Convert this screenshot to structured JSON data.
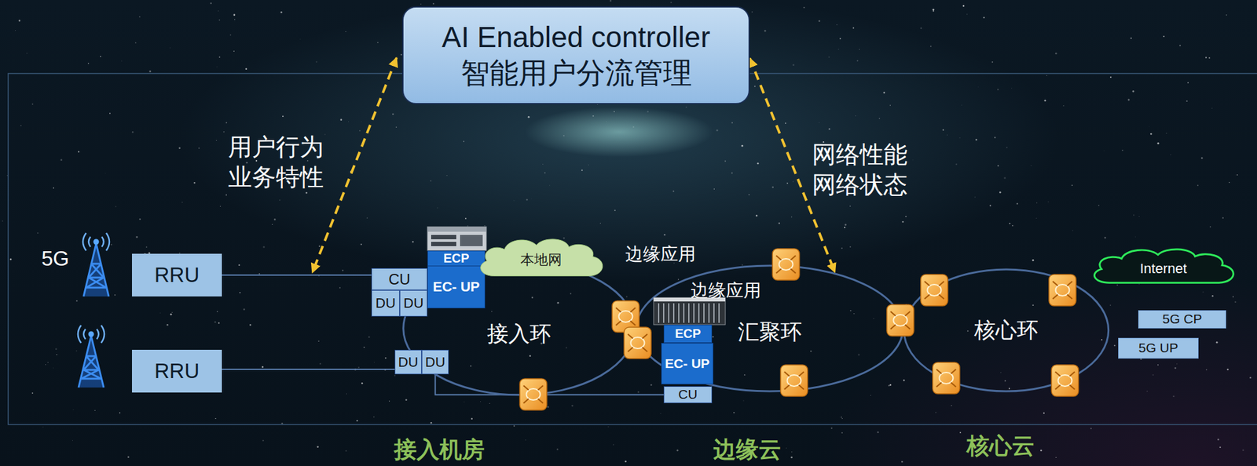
{
  "diagram": {
    "nodes": [
      {
        "text": [
          "AI Enabled controller",
          "智能用户分流管理"
        ]
      },
      {
        "text": [
          "RRU"
        ]
      },
      {
        "text": [
          "RRU"
        ]
      },
      {
        "text": [
          "CU"
        ]
      },
      {
        "text": [
          "DU"
        ]
      },
      {
        "text": [
          "DU"
        ]
      },
      {
        "text": [
          "DU"
        ]
      },
      {
        "text": [
          "DU"
        ]
      },
      {
        "text": [
          "ECP"
        ]
      },
      {
        "text": [
          "EC- UP"
        ]
      },
      {
        "text": [
          "本地网"
        ]
      },
      {
        "text": [
          "接入环"
        ]
      },
      {
        "text": [
          "汇聚环"
        ]
      },
      {
        "text": [
          "ECP"
        ]
      },
      {
        "text": [
          "EC- UP"
        ]
      },
      {
        "text": [
          "CU"
        ]
      },
      {
        "text": [
          "核心环"
        ]
      },
      {
        "text": [
          "Internet"
        ]
      },
      {
        "text": [
          "5G CP"
        ]
      },
      {
        "text": [
          "5G UP"
        ]
      }
    ],
    "edges": [
      {
        "from": 0,
        "to": 12,
        "arrow": "both"
      },
      {
        "from": 1,
        "to": 3,
        "arrow": "none"
      },
      {
        "from": 2,
        "to": 6,
        "arrow": "none"
      },
      {
        "from": 7,
        "to": 15,
        "arrow": "none"
      }
    ],
    "labels": [
      "用户行为",
      "业务特性",
      "网络性能",
      "网络状态",
      "5G",
      "边缘应用",
      "边缘应用",
      "接入机房",
      "边缘云",
      "核心云"
    ]
  }
}
